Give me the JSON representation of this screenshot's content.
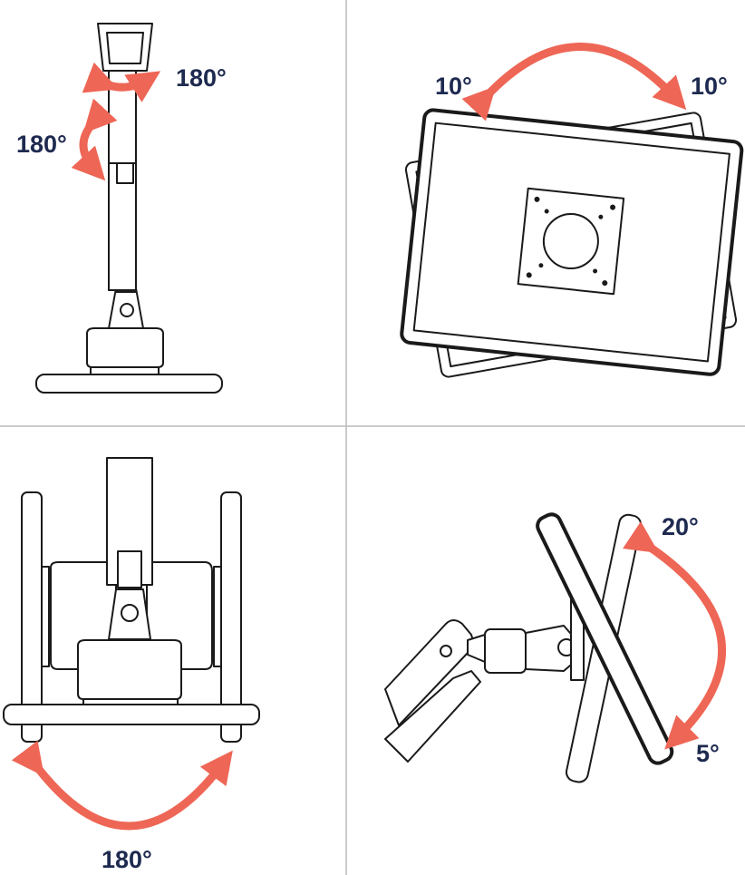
{
  "colors": {
    "arrow": "#EE6655",
    "label": "#1E2A4F",
    "line": "#1A1A1A",
    "divider": "#BBBBBB"
  },
  "panels": [
    {
      "view": "side",
      "labels": {
        "swivel_head": "180°",
        "pivot_mid": "180°"
      }
    },
    {
      "view": "front-rotation",
      "labels": {
        "left": "10°",
        "right": "10°"
      }
    },
    {
      "view": "top-pan",
      "labels": {
        "bottom": "180°"
      }
    },
    {
      "view": "side-tilt",
      "labels": {
        "up": "20°",
        "down": "5°"
      }
    }
  ]
}
